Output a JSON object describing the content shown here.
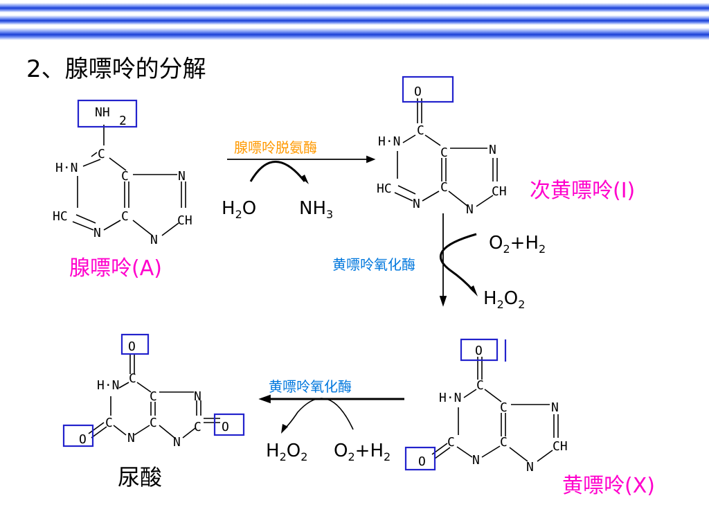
{
  "title": "2、腺嘌呤的分解",
  "colors": {
    "accent_pink": "#ff00cc",
    "enzyme_orange": "#ff9900",
    "enzyme_blue": "#0077dd",
    "highlight_box": "#2222cc",
    "header_bar": "#1a3fd6"
  },
  "compounds": {
    "adenine": {
      "name": "腺嘌呤(A)",
      "group": "NH2"
    },
    "hypoxanthine": {
      "name": "次黄嘌呤(I)"
    },
    "xanthine": {
      "name": "黄嘌呤(X)"
    },
    "uric_acid": {
      "name": "尿酸"
    }
  },
  "reactions": {
    "step1": {
      "enzyme": "腺嘌呤脱氨酶",
      "reactant": "H2O",
      "product": "NH3"
    },
    "step2": {
      "enzyme": "黄嘌呤氧化酶",
      "reactant": "O2+H2",
      "product": "H2O2"
    },
    "step3": {
      "enzyme": "黄嘌呤氧化酶",
      "reactant": "O2+H2",
      "product": "H2O2"
    }
  }
}
